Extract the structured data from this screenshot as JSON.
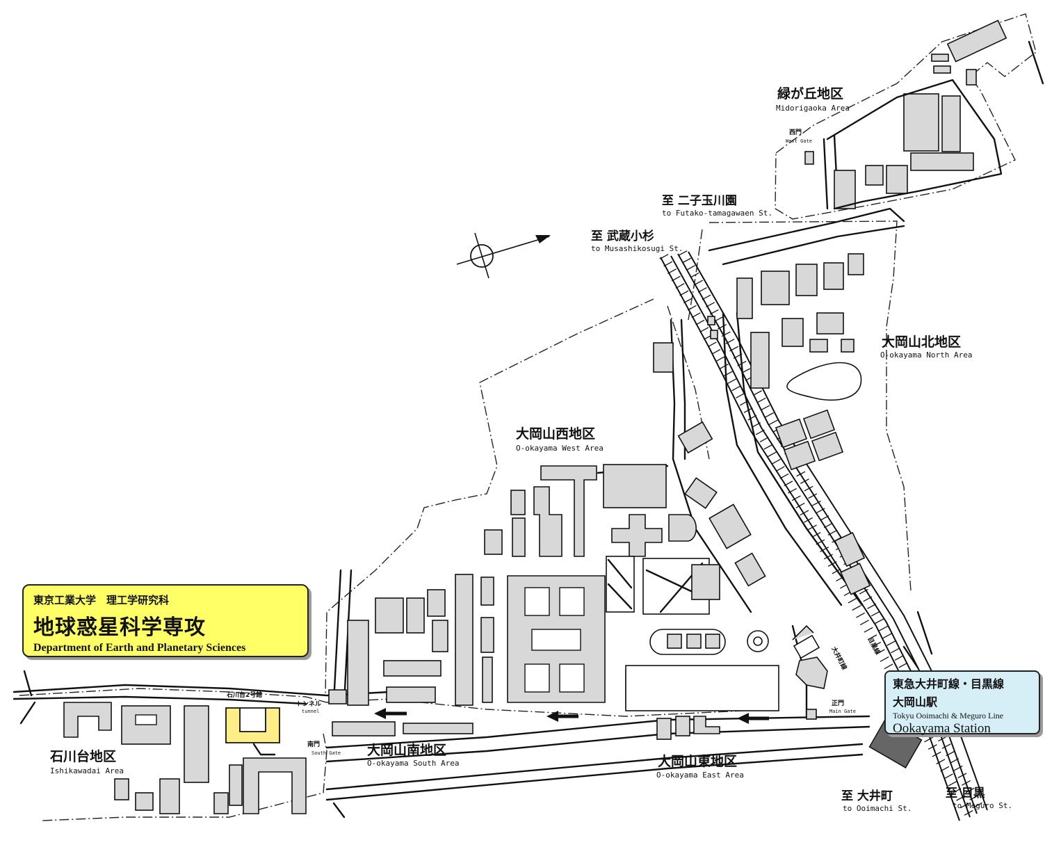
{
  "department": {
    "university": "東京工業大学　理工学研究科",
    "title_ja": "地球惑星科学専攻",
    "title_en": "Department of Earth and Planetary Sciences"
  },
  "station": {
    "line_ja": "東急大井町線・目黒線",
    "name_ja": "大岡山駅",
    "line_en": "Tokyu Ooimachi & Meguro Line",
    "name_en": "Ookayama Station"
  },
  "areas": {
    "midorigaoka": {
      "ja": "緑が丘地区",
      "en": "Midorigaoka Area"
    },
    "north": {
      "ja": "大岡山北地区",
      "en": "O-okayama North Area"
    },
    "west": {
      "ja": "大岡山西地区",
      "en": "O-okayama West Area"
    },
    "south": {
      "ja": "大岡山南地区",
      "en": "O-okayama South Area"
    },
    "east": {
      "ja": "大岡山東地区",
      "en": "O-okayama East Area"
    },
    "ishikawadai": {
      "ja": "石川台地区",
      "en": "Ishikawadai Area"
    }
  },
  "directions": {
    "futako": {
      "ja": "至 二子玉川園",
      "en": "to Futako-tamagawaen St."
    },
    "musashikosugi": {
      "ja": "至 武蔵小杉",
      "en": "to Musashikosugi St."
    },
    "ooimachi": {
      "ja": "至 大井町",
      "en": "to Ooimachi St."
    },
    "meguro": {
      "ja": "至 目黒",
      "en": "to Meguro St."
    }
  },
  "gates": {
    "west": {
      "ja": "西門",
      "en": "West Gate"
    },
    "south": {
      "ja": "南門",
      "en": "South Gate"
    },
    "main": {
      "ja": "正門",
      "en": "Main Gate"
    }
  },
  "landmarks": {
    "tunnel": {
      "ja": "トンネル",
      "en": "tunnel"
    },
    "building": {
      "ja": "石川台2号館"
    },
    "oimachi_line": "大井町線",
    "meguro_line": "目黒線"
  },
  "colors": {
    "department_box": "#ffff66",
    "station_box": "#d6eef6",
    "highlight_building": "#ffee88",
    "station_platform": "#666666"
  },
  "icons": {
    "compass": "north-arrow-compass-icon",
    "route_arrow": "left-arrow-icon"
  }
}
